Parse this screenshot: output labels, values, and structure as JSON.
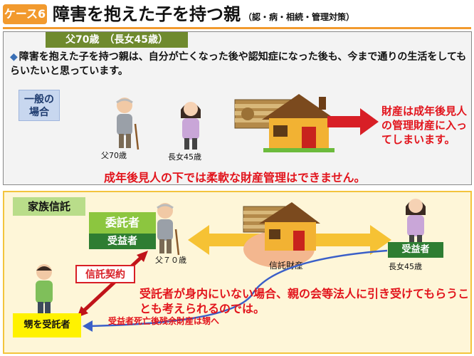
{
  "header": {
    "case_badge": "ケース6",
    "title": "障害を抱えた子を持つ親",
    "subtitle": "（認・病・相続・管理対策）"
  },
  "top": {
    "subhead": "父70歳　（長女45歳）",
    "intro": "障害を抱えた子を持つ親は、自分が亡くなった後や認知症になった後も、今まで通りの生活をしてもらいたいと思っています。",
    "case_label_line1": "一般の",
    "case_label_line2": "場合",
    "father_caption": "父70歳",
    "daughter_caption": "長女45歳",
    "result_text": "財産は成年後見人の管理財産に入ってしまいます。",
    "warning": "成年後見人の下では柔軟な財産管理はできません。"
  },
  "bottom": {
    "family_trust_label": "家族信託",
    "itakusha": "委託者",
    "beneficiary_left": "受益者",
    "father_caption": "父７０歳",
    "trust_property": "信託財産",
    "beneficiary_right": "受益者",
    "daughter_caption": "長女45歳",
    "trust_contract": "信託契約",
    "nephew_trustee": "甥を受託者",
    "note": "受託者が身内にいない場合、親の会等法人に引き受けてもらうことも考えられるのでは。",
    "remainder_note": "受益者死亡後残余財産は甥へ"
  },
  "colors": {
    "orange_accent": "#f29a2e",
    "olive_band": "#6f8a2e",
    "red": "#e2141c",
    "light_green": "#8cc63f",
    "dark_green": "#2e7d32",
    "trust_bg": "#fef6d8",
    "yellow": "#fff200"
  },
  "icons": [
    "elderly-father-icon",
    "daughter-icon",
    "money-stack-icon",
    "house-icon",
    "red-arrow-icon",
    "double-arrow-icon",
    "blue-curve-arrow-icon",
    "nephew-icon"
  ]
}
